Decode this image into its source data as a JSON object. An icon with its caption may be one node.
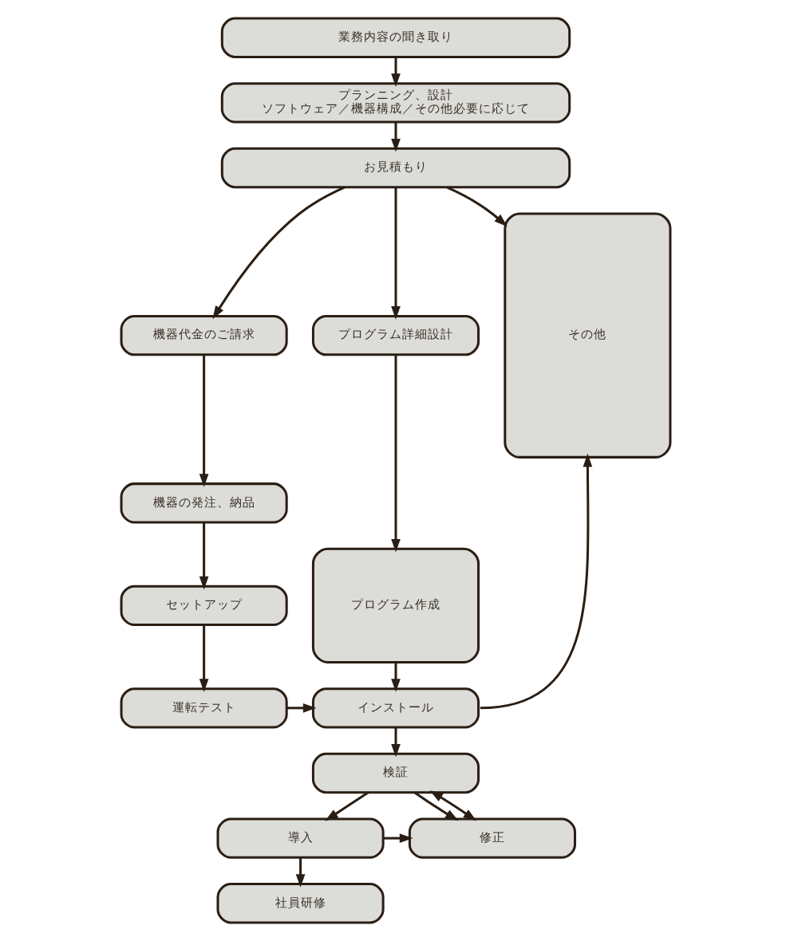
{
  "diagram": {
    "nodes": [
      {
        "text": [
          "業務内容の聞き取り"
        ]
      },
      {
        "text": [
          "プランニング、設計",
          "ソフトウェア／機器構成／その他必要に応じて"
        ]
      },
      {
        "text": [
          "お見積もり"
        ]
      },
      {
        "text": [
          "機器代金のご請求"
        ]
      },
      {
        "text": [
          "プログラム詳細設計"
        ]
      },
      {
        "text": [
          "その他"
        ]
      },
      {
        "text": [
          "機器の発注、納品"
        ]
      },
      {
        "text": [
          "プログラム作成"
        ]
      },
      {
        "text": [
          "セットアップ"
        ]
      },
      {
        "text": [
          "運転テスト"
        ]
      },
      {
        "text": [
          "インストール"
        ]
      },
      {
        "text": [
          "検証"
        ]
      },
      {
        "text": [
          "導入"
        ]
      },
      {
        "text": [
          "修正"
        ]
      },
      {
        "text": [
          "社員研修"
        ]
      }
    ],
    "edges": [
      {
        "from": 0,
        "to": 1,
        "arrow": "to"
      },
      {
        "from": 1,
        "to": 2,
        "arrow": "to"
      },
      {
        "from": 2,
        "to": 3,
        "arrow": "to"
      },
      {
        "from": 2,
        "to": 4,
        "arrow": "to"
      },
      {
        "from": 2,
        "to": 5,
        "arrow": "to"
      },
      {
        "from": 3,
        "to": 6,
        "arrow": "to"
      },
      {
        "from": 6,
        "to": 8,
        "arrow": "to"
      },
      {
        "from": 8,
        "to": 9,
        "arrow": "to"
      },
      {
        "from": 4,
        "to": 7,
        "arrow": "to"
      },
      {
        "from": 7,
        "to": 10,
        "arrow": "to"
      },
      {
        "from": 9,
        "to": 10,
        "arrow": "to"
      },
      {
        "from": 10,
        "to": 5,
        "arrow": "to"
      },
      {
        "from": 10,
        "to": 11,
        "arrow": "to"
      },
      {
        "from": 11,
        "to": 12,
        "arrow": "to"
      },
      {
        "from": 11,
        "to": 13,
        "arrow": "to"
      },
      {
        "from": 12,
        "to": 13,
        "arrow": "to"
      },
      {
        "from": 13,
        "to": 11,
        "arrow": "both"
      },
      {
        "from": 12,
        "to": 14,
        "arrow": "to"
      }
    ]
  }
}
